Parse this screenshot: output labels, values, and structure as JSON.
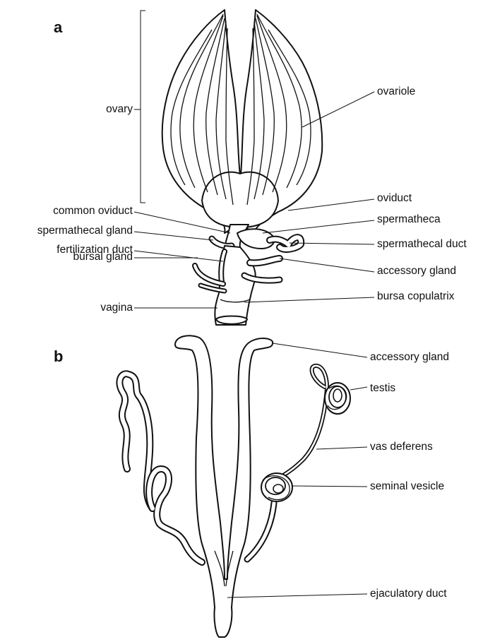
{
  "panels": {
    "a": {
      "letter": "a",
      "labels": {
        "ovary": "ovary",
        "ovariole": "ovariole",
        "oviduct": "oviduct",
        "common_oviduct": "common oviduct",
        "spermatheca": "spermatheca",
        "spermathecal_gland": "spermathecal gland",
        "spermathecal_duct": "spermathecal duct",
        "fertilization_duct": "fertilization duct",
        "accessory_gland": "accessory gland",
        "bursal_gland": "bursal gland",
        "bursa_copulatrix": "bursa copulatrix",
        "vagina": "vagina"
      }
    },
    "b": {
      "letter": "b",
      "labels": {
        "accessory_gland": "accessory gland",
        "testis": "testis",
        "vas_deferens": "vas deferens",
        "seminal_vesicle": "seminal vesicle",
        "ejaculatory_duct": "ejaculatory duct"
      }
    }
  }
}
